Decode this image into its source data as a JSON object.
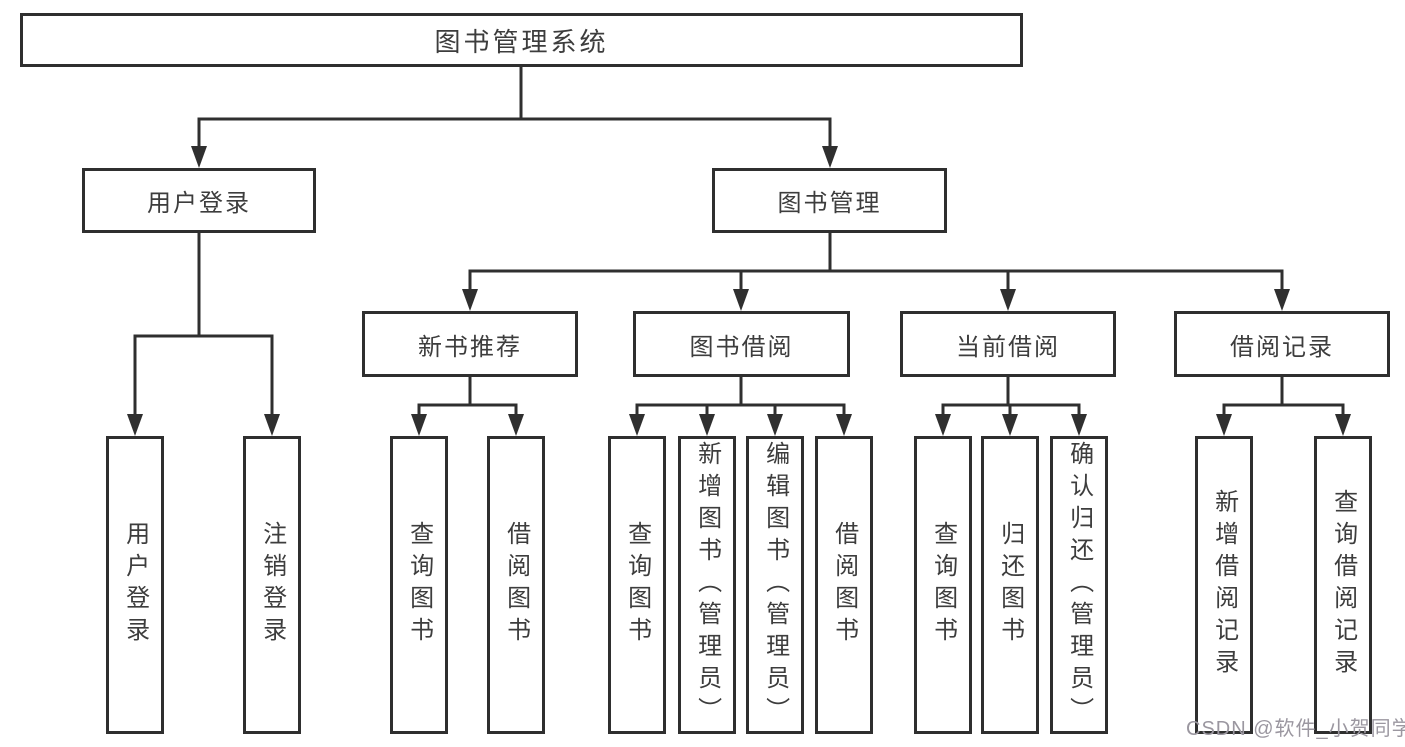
{
  "diagram": {
    "root": {
      "label": "图书管理系统"
    },
    "level1": [
      {
        "label": "用户登录"
      },
      {
        "label": "图书管理"
      }
    ],
    "level2": [
      {
        "label": "新书推荐"
      },
      {
        "label": "图书借阅"
      },
      {
        "label": "当前借阅"
      },
      {
        "label": "借阅记录"
      }
    ],
    "leaves": {
      "user_login": [
        "用户登录",
        "注销登录"
      ],
      "new_books": [
        "查询图书",
        "借阅图书"
      ],
      "book_borrow": [
        "查询图书",
        "新增图书（管理员）",
        "编辑图书（管理员）",
        "借阅图书"
      ],
      "current_borrow": [
        "查询图书",
        "归还图书",
        "确认归还（管理员）"
      ],
      "borrow_records": [
        "新增借阅记录",
        "查询借阅记录"
      ]
    }
  },
  "watermark": {
    "text": "CSDN @软件_小贺同学"
  },
  "colors": {
    "line": "#2f2f2f",
    "text": "#3d3d3d",
    "background": "#ffffff",
    "watermark": "#9b97a0"
  }
}
